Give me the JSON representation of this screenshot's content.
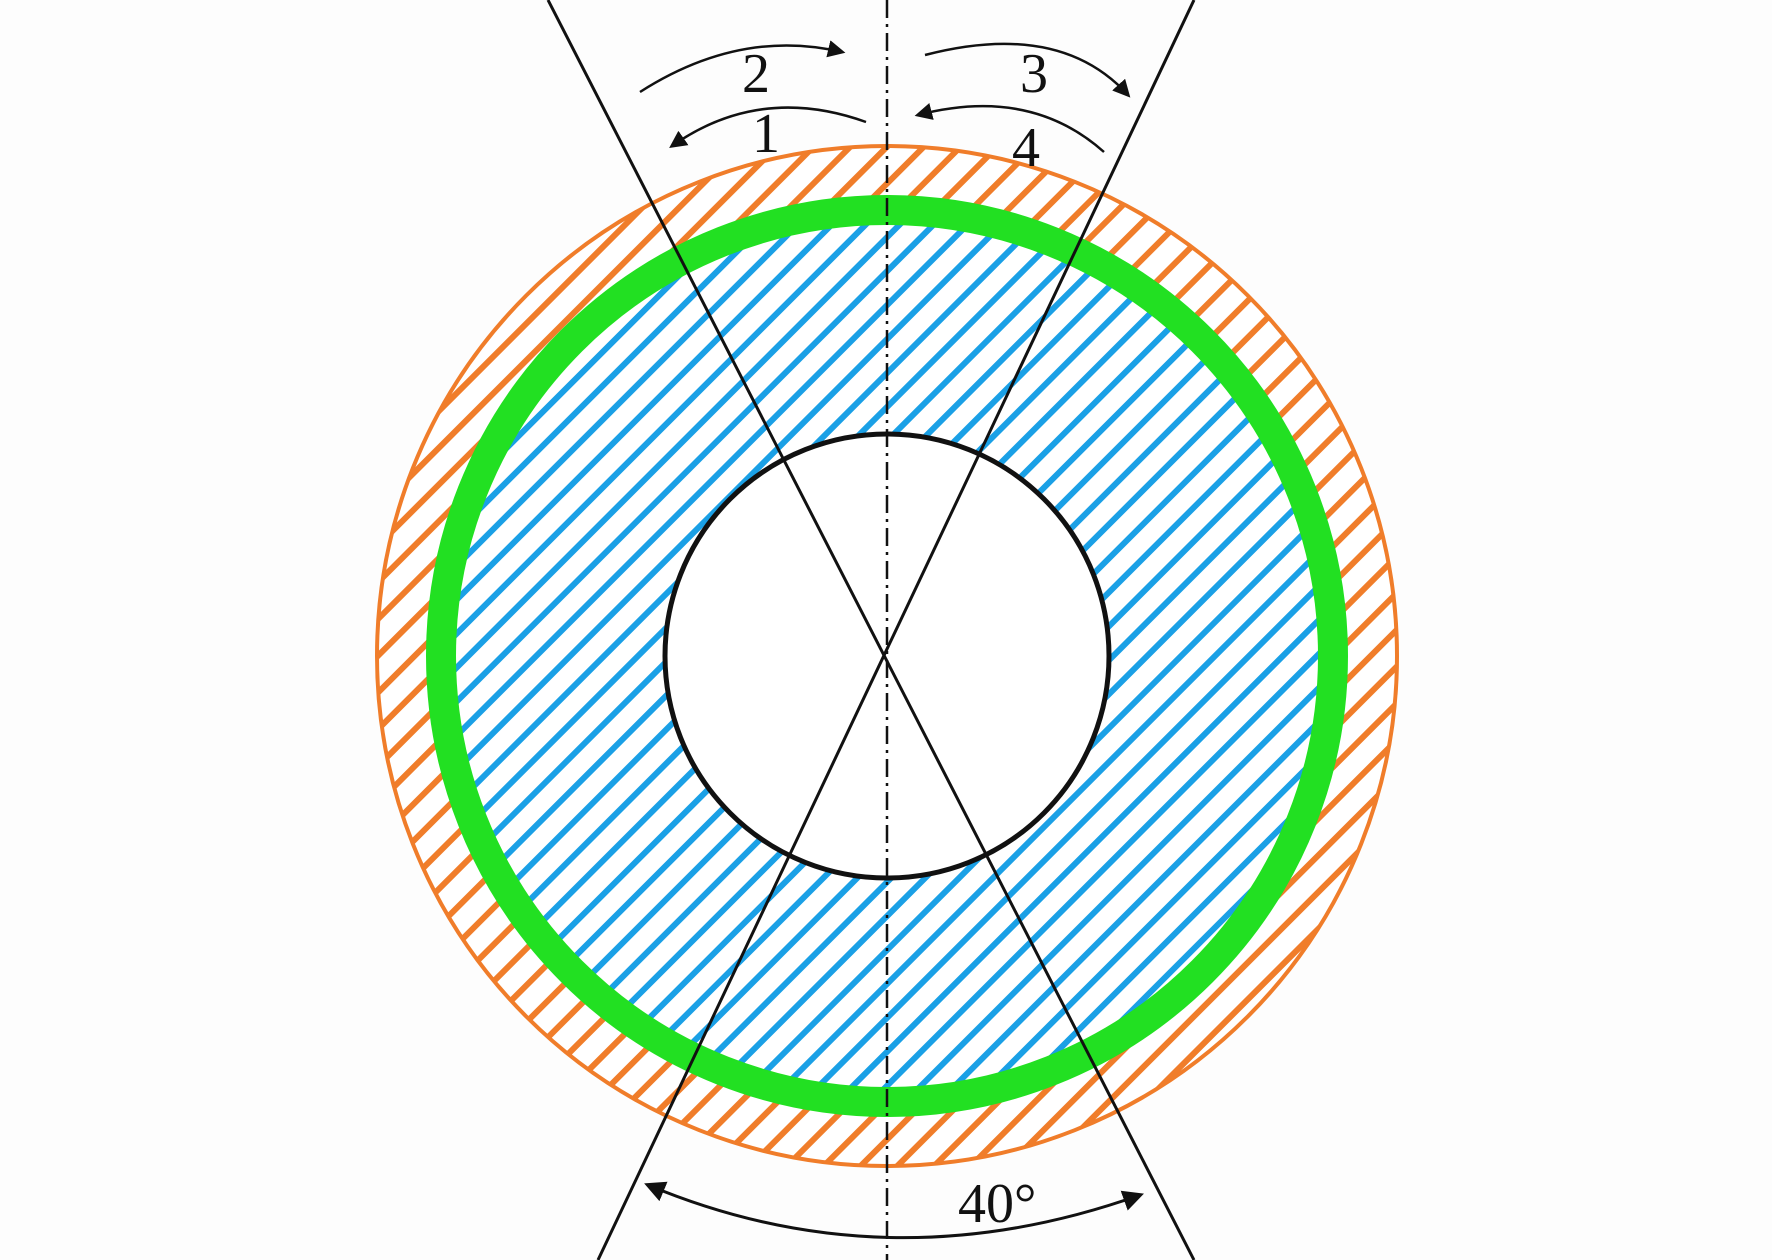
{
  "labels": {
    "arrow_1": "1",
    "arrow_2": "2",
    "arrow_3": "3",
    "arrow_4": "4",
    "angle": "40°"
  },
  "colors": {
    "background": "#fdfdfd",
    "outer_hatch": "#f07d2a",
    "inner_hatch": "#1aa0e6",
    "green_ring": "#22e022",
    "lines": "#111111"
  }
}
